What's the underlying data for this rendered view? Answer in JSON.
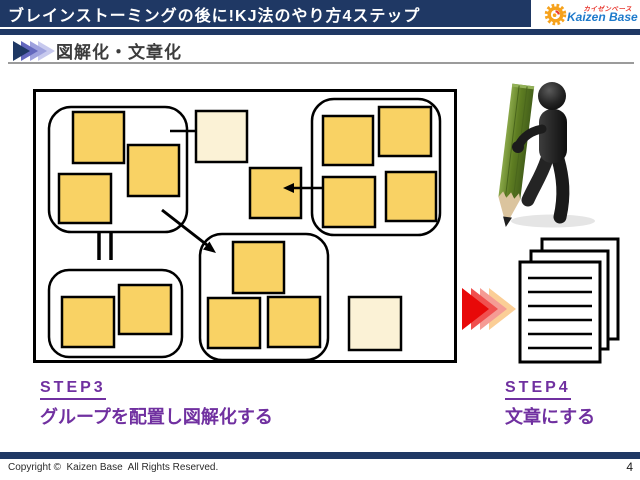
{
  "slide": {
    "title": "ブレインストーミングの後に!KJ法のやり方4ステップ",
    "page_number": "4"
  },
  "logo": {
    "brand": "Kaizen Base",
    "brand_kana": "カイゼンベース"
  },
  "section": {
    "heading": "図解化・文章化"
  },
  "steps": [
    {
      "label": "STEP3",
      "description": "グループを配置し図解化する"
    },
    {
      "label": "STEP4",
      "description": "文章にする"
    }
  ],
  "footer": {
    "copyright": "Copyright ©  Kaizen Base  All Rights Reserved."
  },
  "diagram": {
    "type": "kj-affinity-map",
    "groups": [
      {
        "position": "top-left",
        "notes": 3
      },
      {
        "position": "top-right",
        "notes": 4
      },
      {
        "position": "bottom-left",
        "notes": 2
      },
      {
        "position": "center-bottom",
        "notes": 3
      }
    ],
    "ungrouped_yellow_notes": 1,
    "ungrouped_pale_notes": 2,
    "connectors": [
      "line",
      "double-headed-arrow",
      "diagonal-arrow",
      "equals-sign"
    ]
  },
  "colors": {
    "header_navy": "#1F3864",
    "step_purple": "#7030A0",
    "note_yellow": "#F9D264",
    "note_cream": "#FBF2D6",
    "pencil_green": "#5E7D22",
    "arrow_red": "#E80909",
    "logo_orange": "#F6A21C",
    "logo_blue": "#1E7ACB"
  }
}
